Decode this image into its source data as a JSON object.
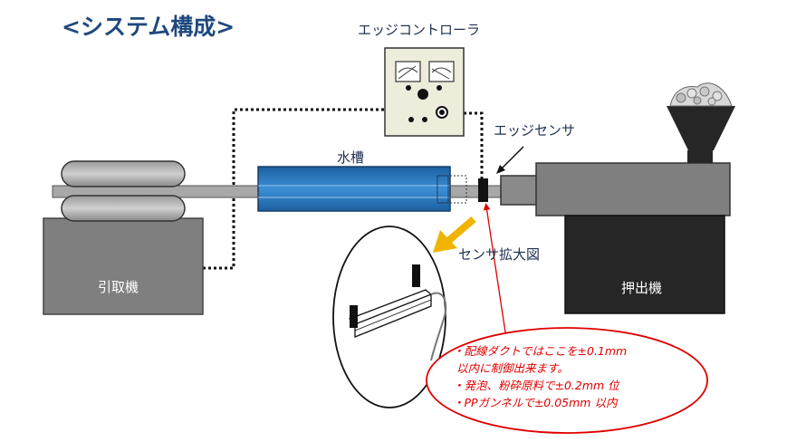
{
  "title": "<システム構成>",
  "labels": {
    "controller": "エッジコントローラ",
    "sensor": "エッジセンサ",
    "water_tank": "水槽",
    "puller": "引取機",
    "extruder": "押出機",
    "sensor_zoom": "センサ拡大図"
  },
  "note": {
    "lines": [
      "・配線ダクトではここを±0.1mm",
      "以内に制御出来ます。",
      "・発泡、粉砕原料で±0.2mm 位",
      "・PPガンネルで±0.05mm 以内"
    ]
  },
  "colors": {
    "title": "#1f497d",
    "label": "#1f3050",
    "machine": "#808080",
    "water": "#2e75b6",
    "controller_panel": "#eeeddb",
    "arrow": "#f0b400",
    "note": "#e00000"
  }
}
